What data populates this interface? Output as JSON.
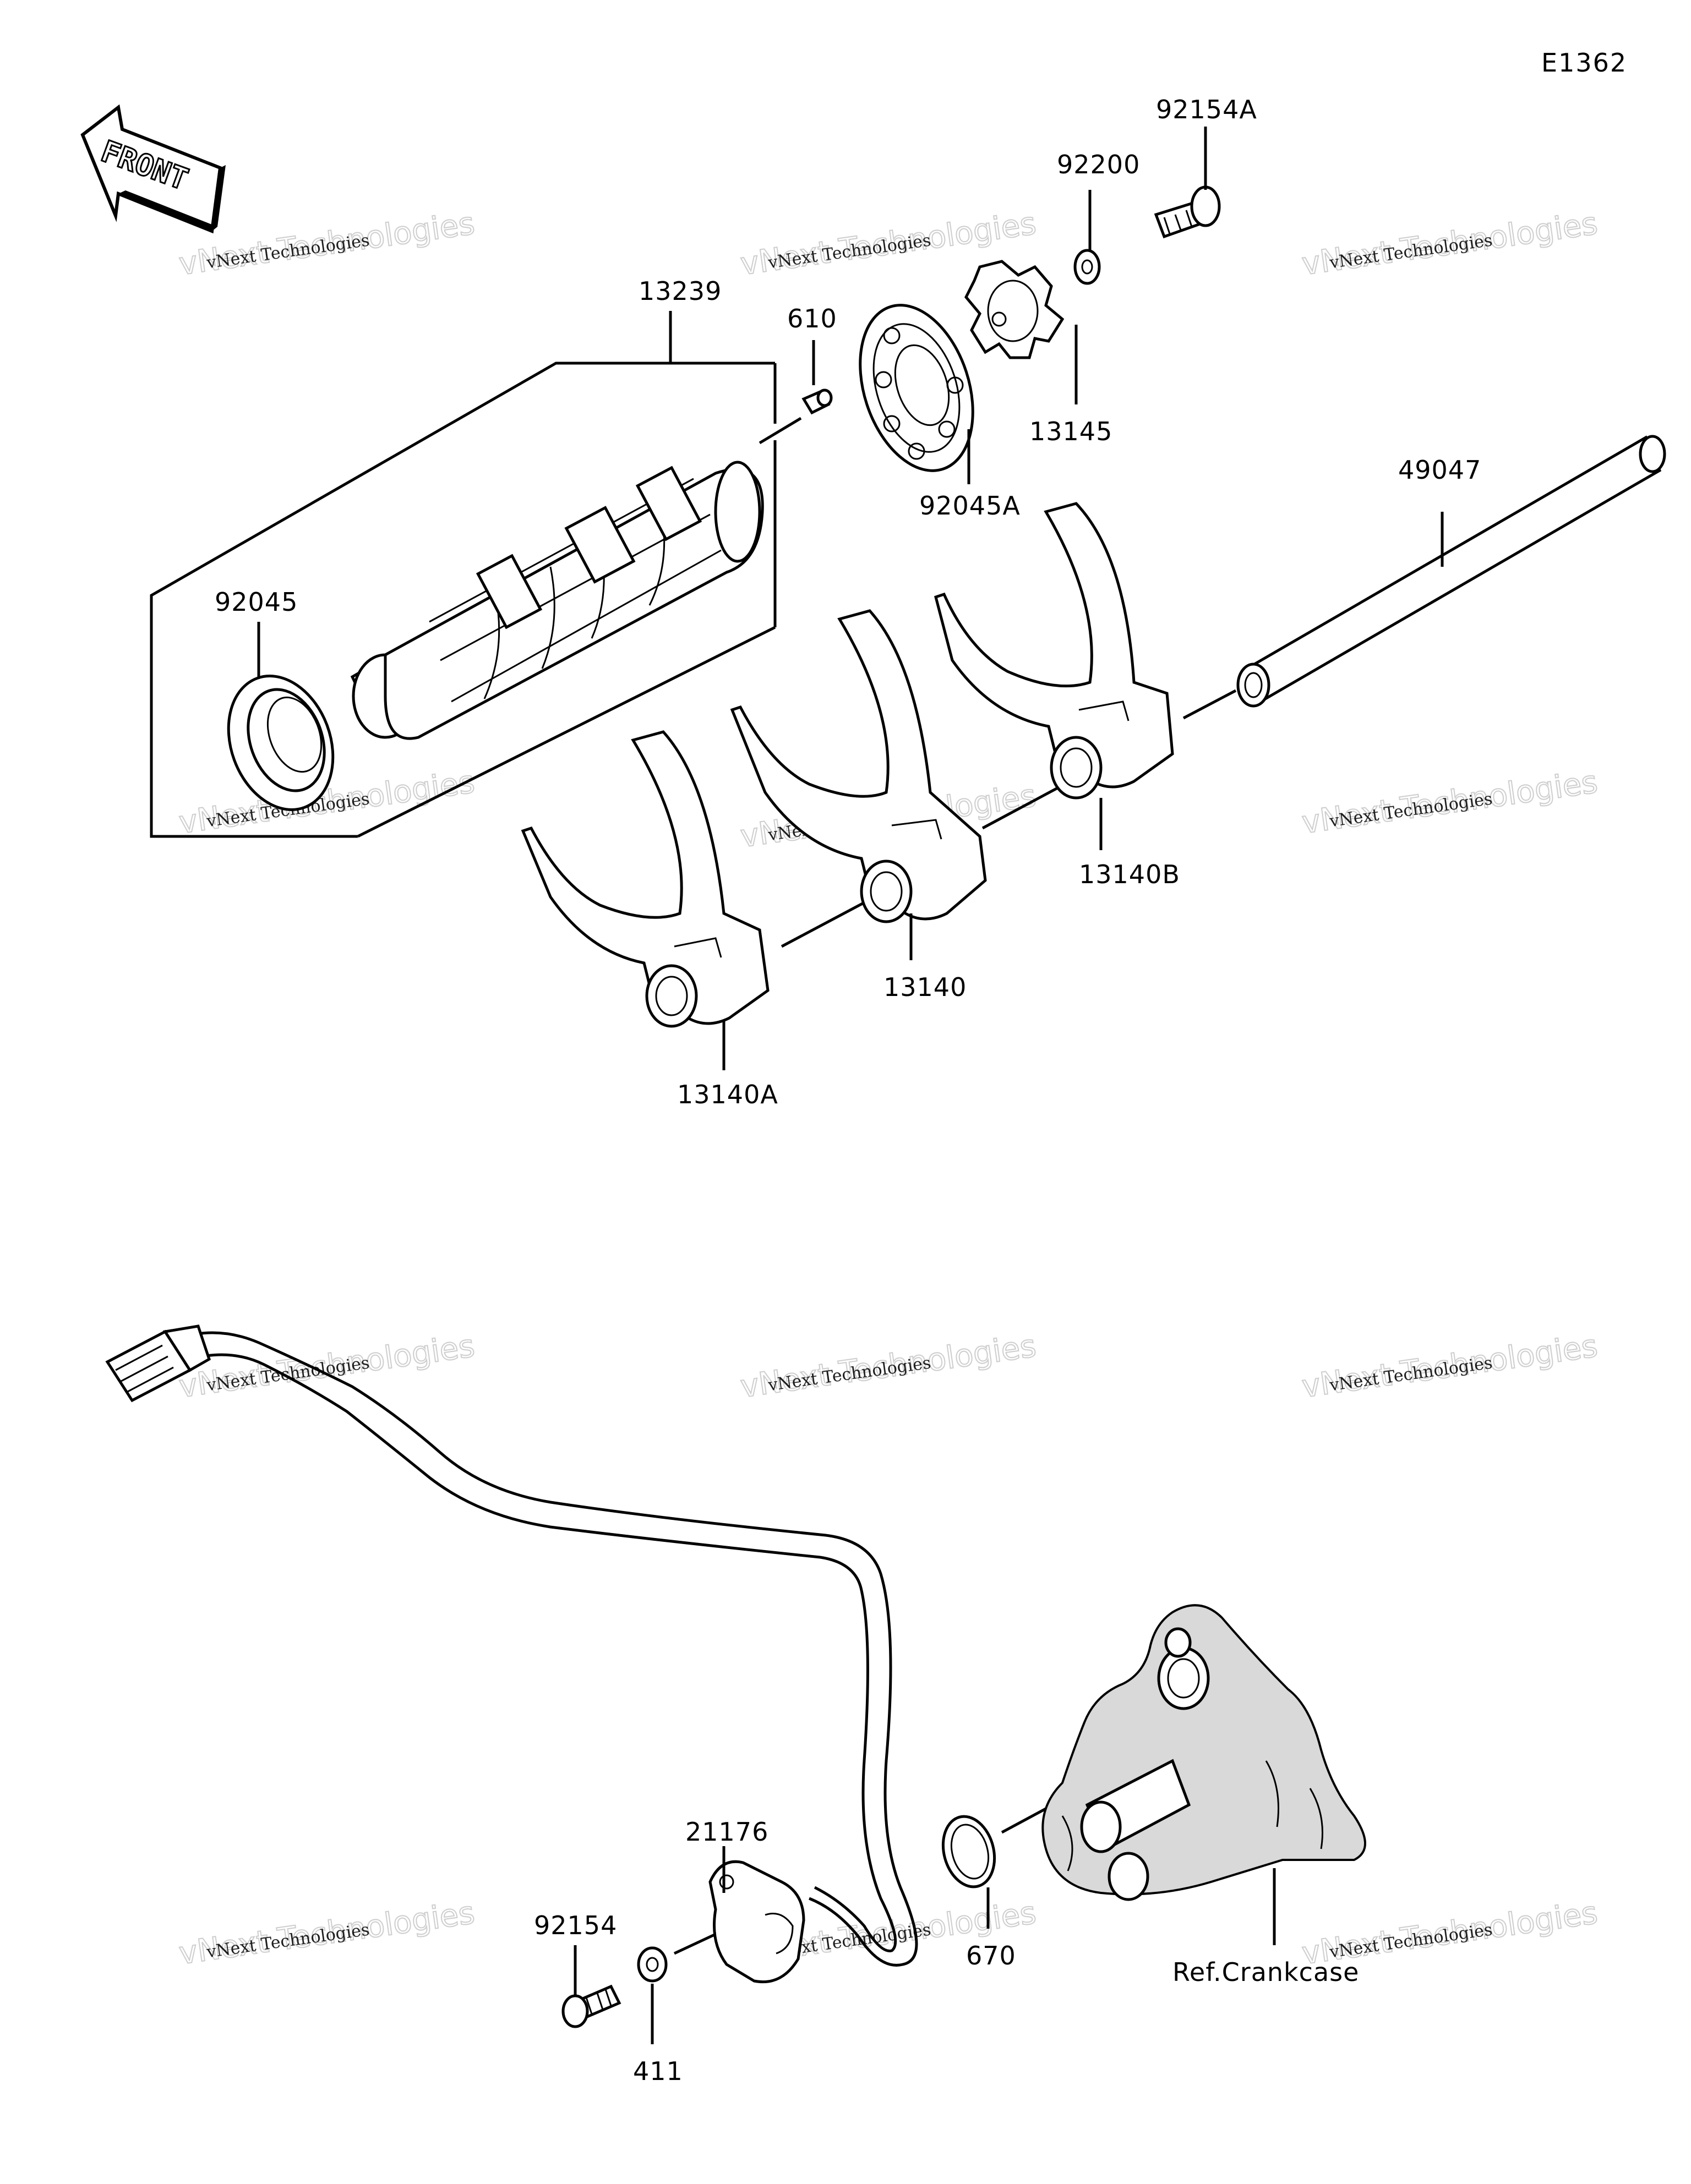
{
  "diagram_id": "E1362",
  "front_arrow": {
    "label": "FRONT",
    "icon": "front-arrow-icon"
  },
  "watermark": {
    "small": "vNext Technologies",
    "big": "vNext Technologies"
  },
  "labels": {
    "p13239": "13239",
    "p610": "610",
    "p92045": "92045",
    "p92045A": "92045A",
    "p13145": "13145",
    "p92200": "92200",
    "p92154A": "92154A",
    "p49047": "49047",
    "p13140B": "13140B",
    "p13140": "13140",
    "p13140A": "13140A",
    "p21176": "21176",
    "p92154": "92154",
    "p411": "411",
    "p670": "670",
    "ref_crankcase": "Ref.Crankcase"
  },
  "parts": [
    {
      "number": "13239",
      "name": "shift-drum"
    },
    {
      "number": "610",
      "name": "pin"
    },
    {
      "number": "92045",
      "name": "bearing"
    },
    {
      "number": "92045A",
      "name": "ball-bearing"
    },
    {
      "number": "13145",
      "name": "shift-drum-cam"
    },
    {
      "number": "92200",
      "name": "washer"
    },
    {
      "number": "92154A",
      "name": "bolt"
    },
    {
      "number": "49047",
      "name": "shift-rod"
    },
    {
      "number": "13140B",
      "name": "shift-fork"
    },
    {
      "number": "13140",
      "name": "shift-fork"
    },
    {
      "number": "13140A",
      "name": "shift-fork"
    },
    {
      "number": "21176",
      "name": "gear-position-sensor"
    },
    {
      "number": "92154",
      "name": "bolt"
    },
    {
      "number": "411",
      "name": "washer"
    },
    {
      "number": "670",
      "name": "o-ring"
    }
  ]
}
